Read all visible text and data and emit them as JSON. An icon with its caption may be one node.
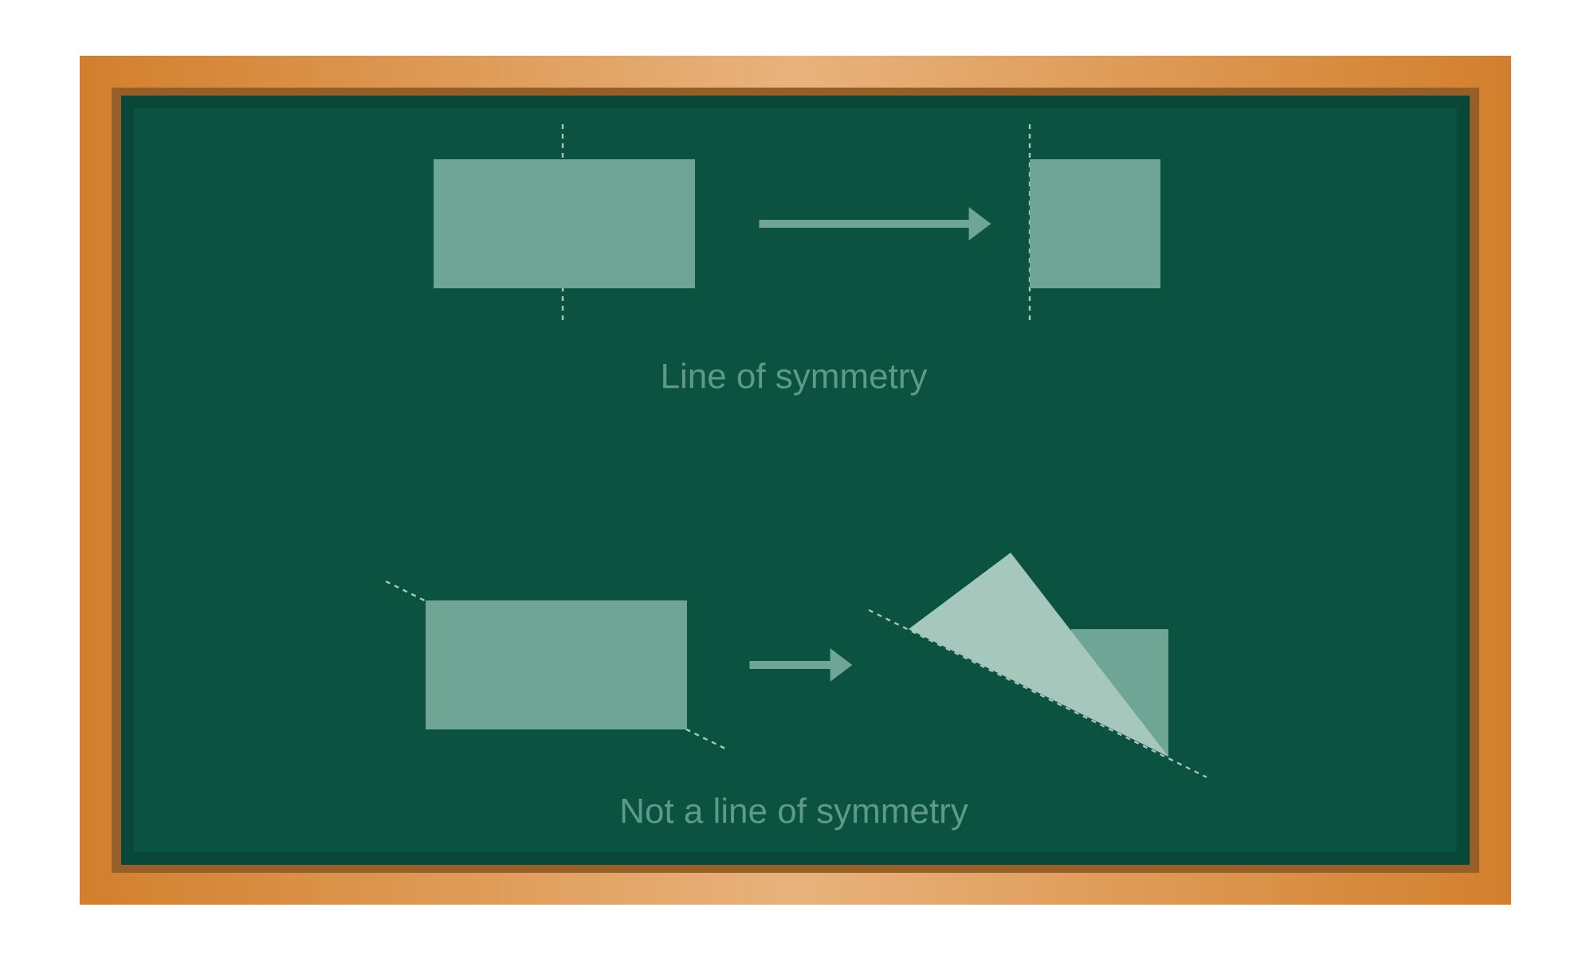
{
  "diagram": {
    "nodes": [
      {
        "text": [],
        "shape": "box"
      },
      {
        "text": [],
        "shape": "box"
      },
      {
        "text": [],
        "shape": "box"
      },
      {
        "text": [],
        "shape": "triangle"
      }
    ],
    "edges": [
      {
        "from": 0,
        "to": 1,
        "arrow": "to"
      },
      {
        "from": 2,
        "to": 3,
        "arrow": "to"
      }
    ],
    "labels": [
      "Line of symmetry",
      "Not a line of symmetry"
    ]
  }
}
